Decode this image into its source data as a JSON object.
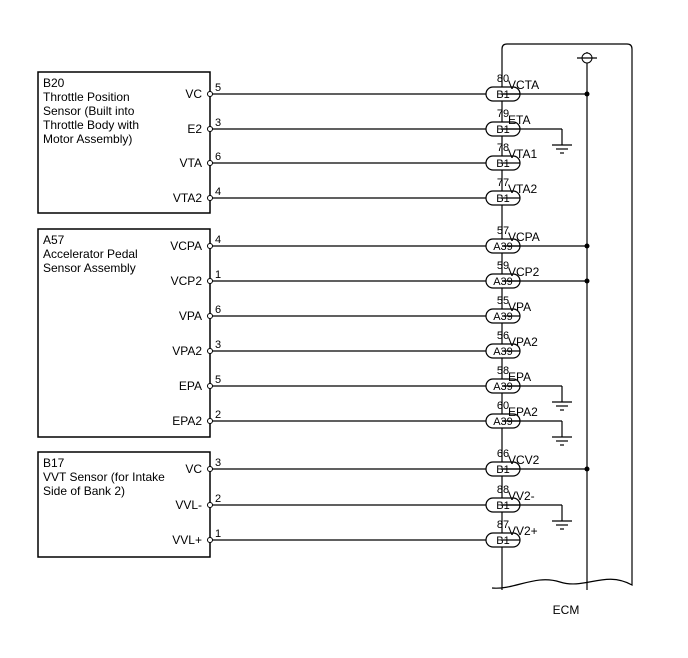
{
  "diagram": {
    "ecm": {
      "label": "ECM"
    },
    "components": [
      {
        "id": "B20",
        "title_lines": [
          "B20",
          "Throttle Position",
          "Sensor (Built into",
          "Throttle Body with",
          "Motor Assembly)"
        ],
        "wires": [
          {
            "pin_name": "VC",
            "pin": "5",
            "connector": "B1",
            "ecm_pin": "80",
            "ecm_name": "VCTA",
            "ecm_end": "bus"
          },
          {
            "pin_name": "E2",
            "pin": "3",
            "connector": "B1",
            "ecm_pin": "79",
            "ecm_name": "ETA",
            "ecm_end": "ground"
          },
          {
            "pin_name": "VTA",
            "pin": "6",
            "connector": "B1",
            "ecm_pin": "78",
            "ecm_name": "VTA1",
            "ecm_end": "none"
          },
          {
            "pin_name": "VTA2",
            "pin": "4",
            "connector": "B1",
            "ecm_pin": "77",
            "ecm_name": "VTA2",
            "ecm_end": "none"
          }
        ]
      },
      {
        "id": "A57",
        "title_lines": [
          "A57",
          "Accelerator Pedal",
          "Sensor Assembly"
        ],
        "wires": [
          {
            "pin_name": "VCPA",
            "pin": "4",
            "connector": "A39",
            "ecm_pin": "57",
            "ecm_name": "VCPA",
            "ecm_end": "bus"
          },
          {
            "pin_name": "VCP2",
            "pin": "1",
            "connector": "A39",
            "ecm_pin": "59",
            "ecm_name": "VCP2",
            "ecm_end": "bus"
          },
          {
            "pin_name": "VPA",
            "pin": "6",
            "connector": "A39",
            "ecm_pin": "55",
            "ecm_name": "VPA",
            "ecm_end": "none"
          },
          {
            "pin_name": "VPA2",
            "pin": "3",
            "connector": "A39",
            "ecm_pin": "56",
            "ecm_name": "VPA2",
            "ecm_end": "none"
          },
          {
            "pin_name": "EPA",
            "pin": "5",
            "connector": "A39",
            "ecm_pin": "58",
            "ecm_name": "EPA",
            "ecm_end": "ground"
          },
          {
            "pin_name": "EPA2",
            "pin": "2",
            "connector": "A39",
            "ecm_pin": "60",
            "ecm_name": "EPA2",
            "ecm_end": "ground"
          }
        ]
      },
      {
        "id": "B17",
        "title_lines": [
          "B17",
          "VVT Sensor (for Intake",
          "Side of Bank 2)"
        ],
        "wires": [
          {
            "pin_name": "VC",
            "pin": "3",
            "connector": "B1",
            "ecm_pin": "66",
            "ecm_name": "VCV2",
            "ecm_end": "bus"
          },
          {
            "pin_name": "VVL-",
            "pin": "2",
            "connector": "B1",
            "ecm_pin": "88",
            "ecm_name": "VV2-",
            "ecm_end": "ground"
          },
          {
            "pin_name": "VVL+",
            "pin": "1",
            "connector": "B1",
            "ecm_pin": "87",
            "ecm_name": "VV2+",
            "ecm_end": "none"
          }
        ]
      }
    ]
  }
}
